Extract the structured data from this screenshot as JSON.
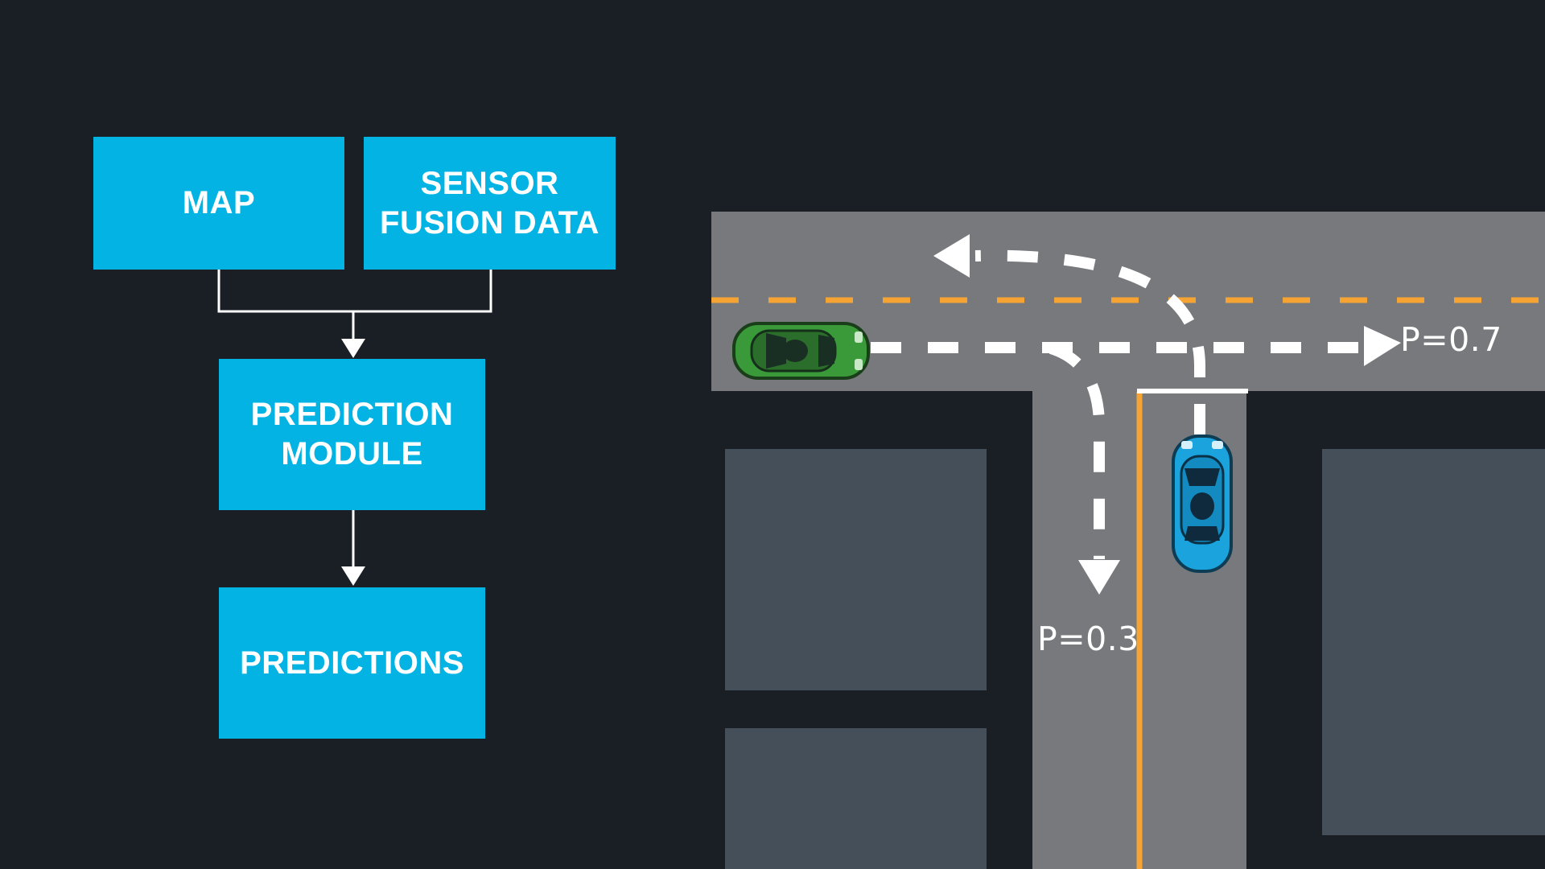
{
  "flowchart": {
    "map_label": "MAP",
    "sensor_label": "SENSOR\nFUSION DATA",
    "prediction_module_label": "PREDICTION\nMODULE",
    "predictions_label": "PREDICTIONS"
  },
  "scene": {
    "straight_probability": "P=0.7",
    "turn_probability": "P=0.3",
    "colors": {
      "background": "#1a1f26",
      "box": "#02b3e4",
      "road": "#77797c",
      "block": "#454f5a",
      "center_line": "#f5a332",
      "green_car": "#3a9a3a",
      "blue_car": "#1aa3dd"
    },
    "icons": [
      "green-car-icon",
      "blue-car-icon"
    ]
  }
}
